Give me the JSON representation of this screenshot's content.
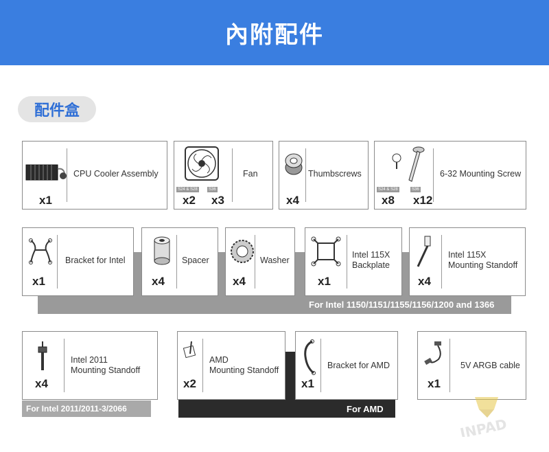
{
  "header": {
    "title": "內附配件"
  },
  "section_title": "配件盒",
  "row1": [
    {
      "label": "CPU Cooler Assembly",
      "qty": "x1"
    },
    {
      "label": "Fan",
      "qty_a": "x2",
      "qty_b": "x3",
      "tag_a": "S24 & S28",
      "tag_b": "S36"
    },
    {
      "label": "Thumbscrews",
      "qty": "x4"
    },
    {
      "label": "6-32 Mounting Screw",
      "qty_a": "x8",
      "qty_b": "x12",
      "tag_a": "S24 & S28",
      "tag_b": "S36"
    }
  ],
  "row2": [
    {
      "label": "Bracket for Intel",
      "qty": "x1"
    },
    {
      "label": "Spacer",
      "qty": "x4"
    },
    {
      "label": "Washer",
      "qty": "x4"
    },
    {
      "label_1": "Intel 115X",
      "label_2": "Backplate",
      "qty": "x1"
    },
    {
      "label_1": "Intel 115X",
      "label_2": "Mounting Standoff",
      "qty": "x4"
    }
  ],
  "intel_band": "For Intel 1150/1151/1155/1156/1200 and 1366",
  "row3": [
    {
      "label_1": "Intel 2011",
      "label_2": "Mounting Standoff",
      "qty": "x4"
    },
    {
      "label_1": "AMD",
      "label_2": "Mounting Standoff",
      "qty": "x2"
    },
    {
      "label": "Bracket for AMD",
      "qty": "x1"
    },
    {
      "label": "5V ARGB cable",
      "qty": "x1"
    }
  ],
  "intel2011_band": "For Intel 2011/2011-3/2066",
  "amd_band": "For AMD",
  "watermark_text": "INPAD",
  "colors": {
    "header": "#3a7ee0",
    "accent_text": "#2f6fd6",
    "band_gray": "#9a9a9a",
    "band_dark": "#2b2b2b"
  }
}
